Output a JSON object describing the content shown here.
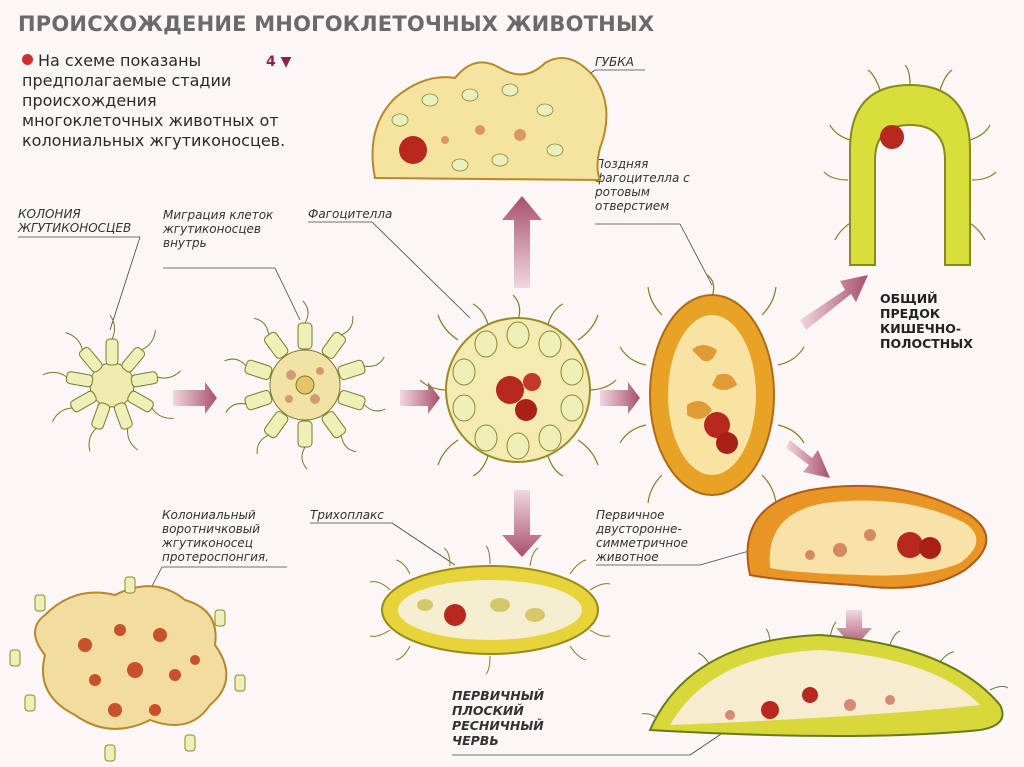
{
  "title": "ПРОИСХОЖДЕНИЕ МНОГОКЛЕТОЧНЫХ ЖИВОТНЫХ",
  "intro": "На схеме показаны предполагаемые стадии происхождения многоклеточных животных от колониальных жгутиконосцев.",
  "page_marker": "4",
  "labels": {
    "colony": "КОЛОНИЯ ЖГУТИКОНОСЦЕВ",
    "migration": "Миграция клеток жгутиконосцев внутрь",
    "phagocytella": "Фагоцителла",
    "sponge": "ГУБКА",
    "late_phagocytella": "Поздняя фагоцителла с ротовым отверстием",
    "ancestor": "ОБЩИЙ ПРЕДОК КИШЕЧНО-ПОЛОСТНЫХ",
    "proterospongia": "Колониальный воротничковый жгутиконосец протероспонгия.",
    "trichoplax": "Трихоплакс",
    "bilateral": "Первичное двусторонне-симметричное животное",
    "flatworm": "ПЕРВИЧНЫЙ ПЛОСКИЙ РЕСНИЧНЫЙ ЧЕРВЬ"
  },
  "colors": {
    "arrow": "#a8506e",
    "cell_fill": "#eef0b8",
    "cell_stroke": "#8a8a2a",
    "body_fill": "#f4e6a6",
    "orange": "#e8a226",
    "nucleus": "#b8281e"
  }
}
